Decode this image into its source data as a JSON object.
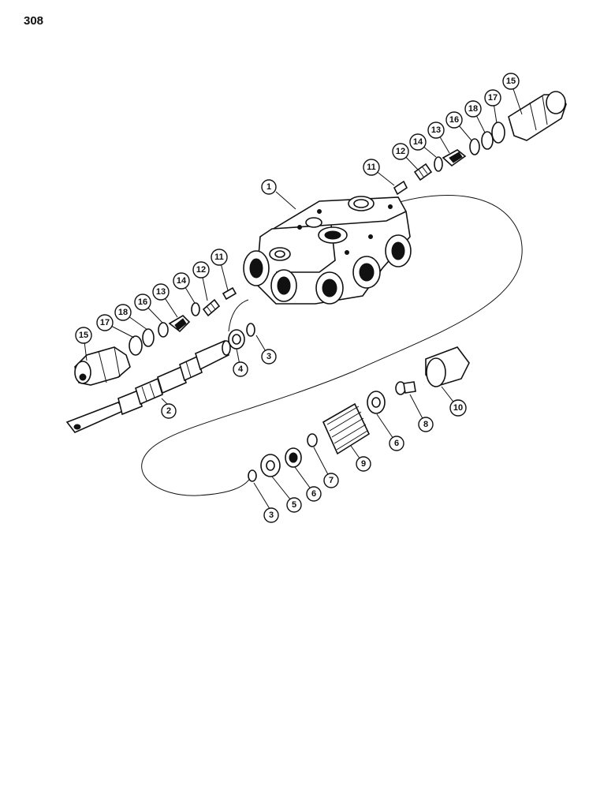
{
  "page": {
    "number": "308"
  },
  "callouts": {
    "c1": "1",
    "c2": "2",
    "c3a": "3",
    "c3b": "3",
    "c4": "4",
    "c5": "5",
    "c6a": "6",
    "c6b": "6",
    "c7": "7",
    "c8": "8",
    "c9": "9",
    "c10": "10",
    "c11a": "11",
    "c11b": "11",
    "c12a": "12",
    "c12b": "12",
    "c13a": "13",
    "c13b": "13",
    "c14a": "14",
    "c14b": "14",
    "c15a": "15",
    "c15b": "15",
    "c16a": "16",
    "c16b": "16",
    "c17a": "17",
    "c17b": "17",
    "c18a": "18",
    "c18b": "18"
  }
}
